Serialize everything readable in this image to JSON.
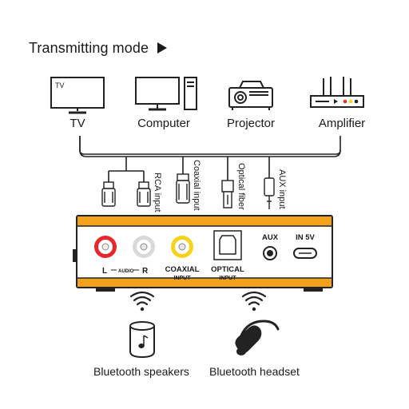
{
  "title": "Transmitting mode",
  "devices": {
    "tv": {
      "label": "TV",
      "screen_text": "TV"
    },
    "computer": {
      "label": "Computer"
    },
    "projector": {
      "label": "Projector"
    },
    "amplifier": {
      "label": "Amplifier"
    }
  },
  "cables": {
    "rca": "RCA input",
    "coaxial": "Coaxial input",
    "optical": "Optical fiber",
    "aux": "AUX input"
  },
  "ports": {
    "audio_lr": {
      "left": "L",
      "middle": "AUDIO",
      "right": "R"
    },
    "coaxial": {
      "line1": "COAXIAL",
      "line2": "INPUT"
    },
    "optical": {
      "line1": "OPTICAL",
      "line2": "INPUT"
    },
    "aux": "AUX",
    "power": "IN 5V"
  },
  "outputs": {
    "speakers": "Bluetooth speakers",
    "headset": "Bluetooth headset"
  },
  "colors": {
    "accent_orange": "#f2a31b",
    "rca_red": "#e8262b",
    "rca_yellow": "#f7d21a",
    "line": "#222222"
  }
}
